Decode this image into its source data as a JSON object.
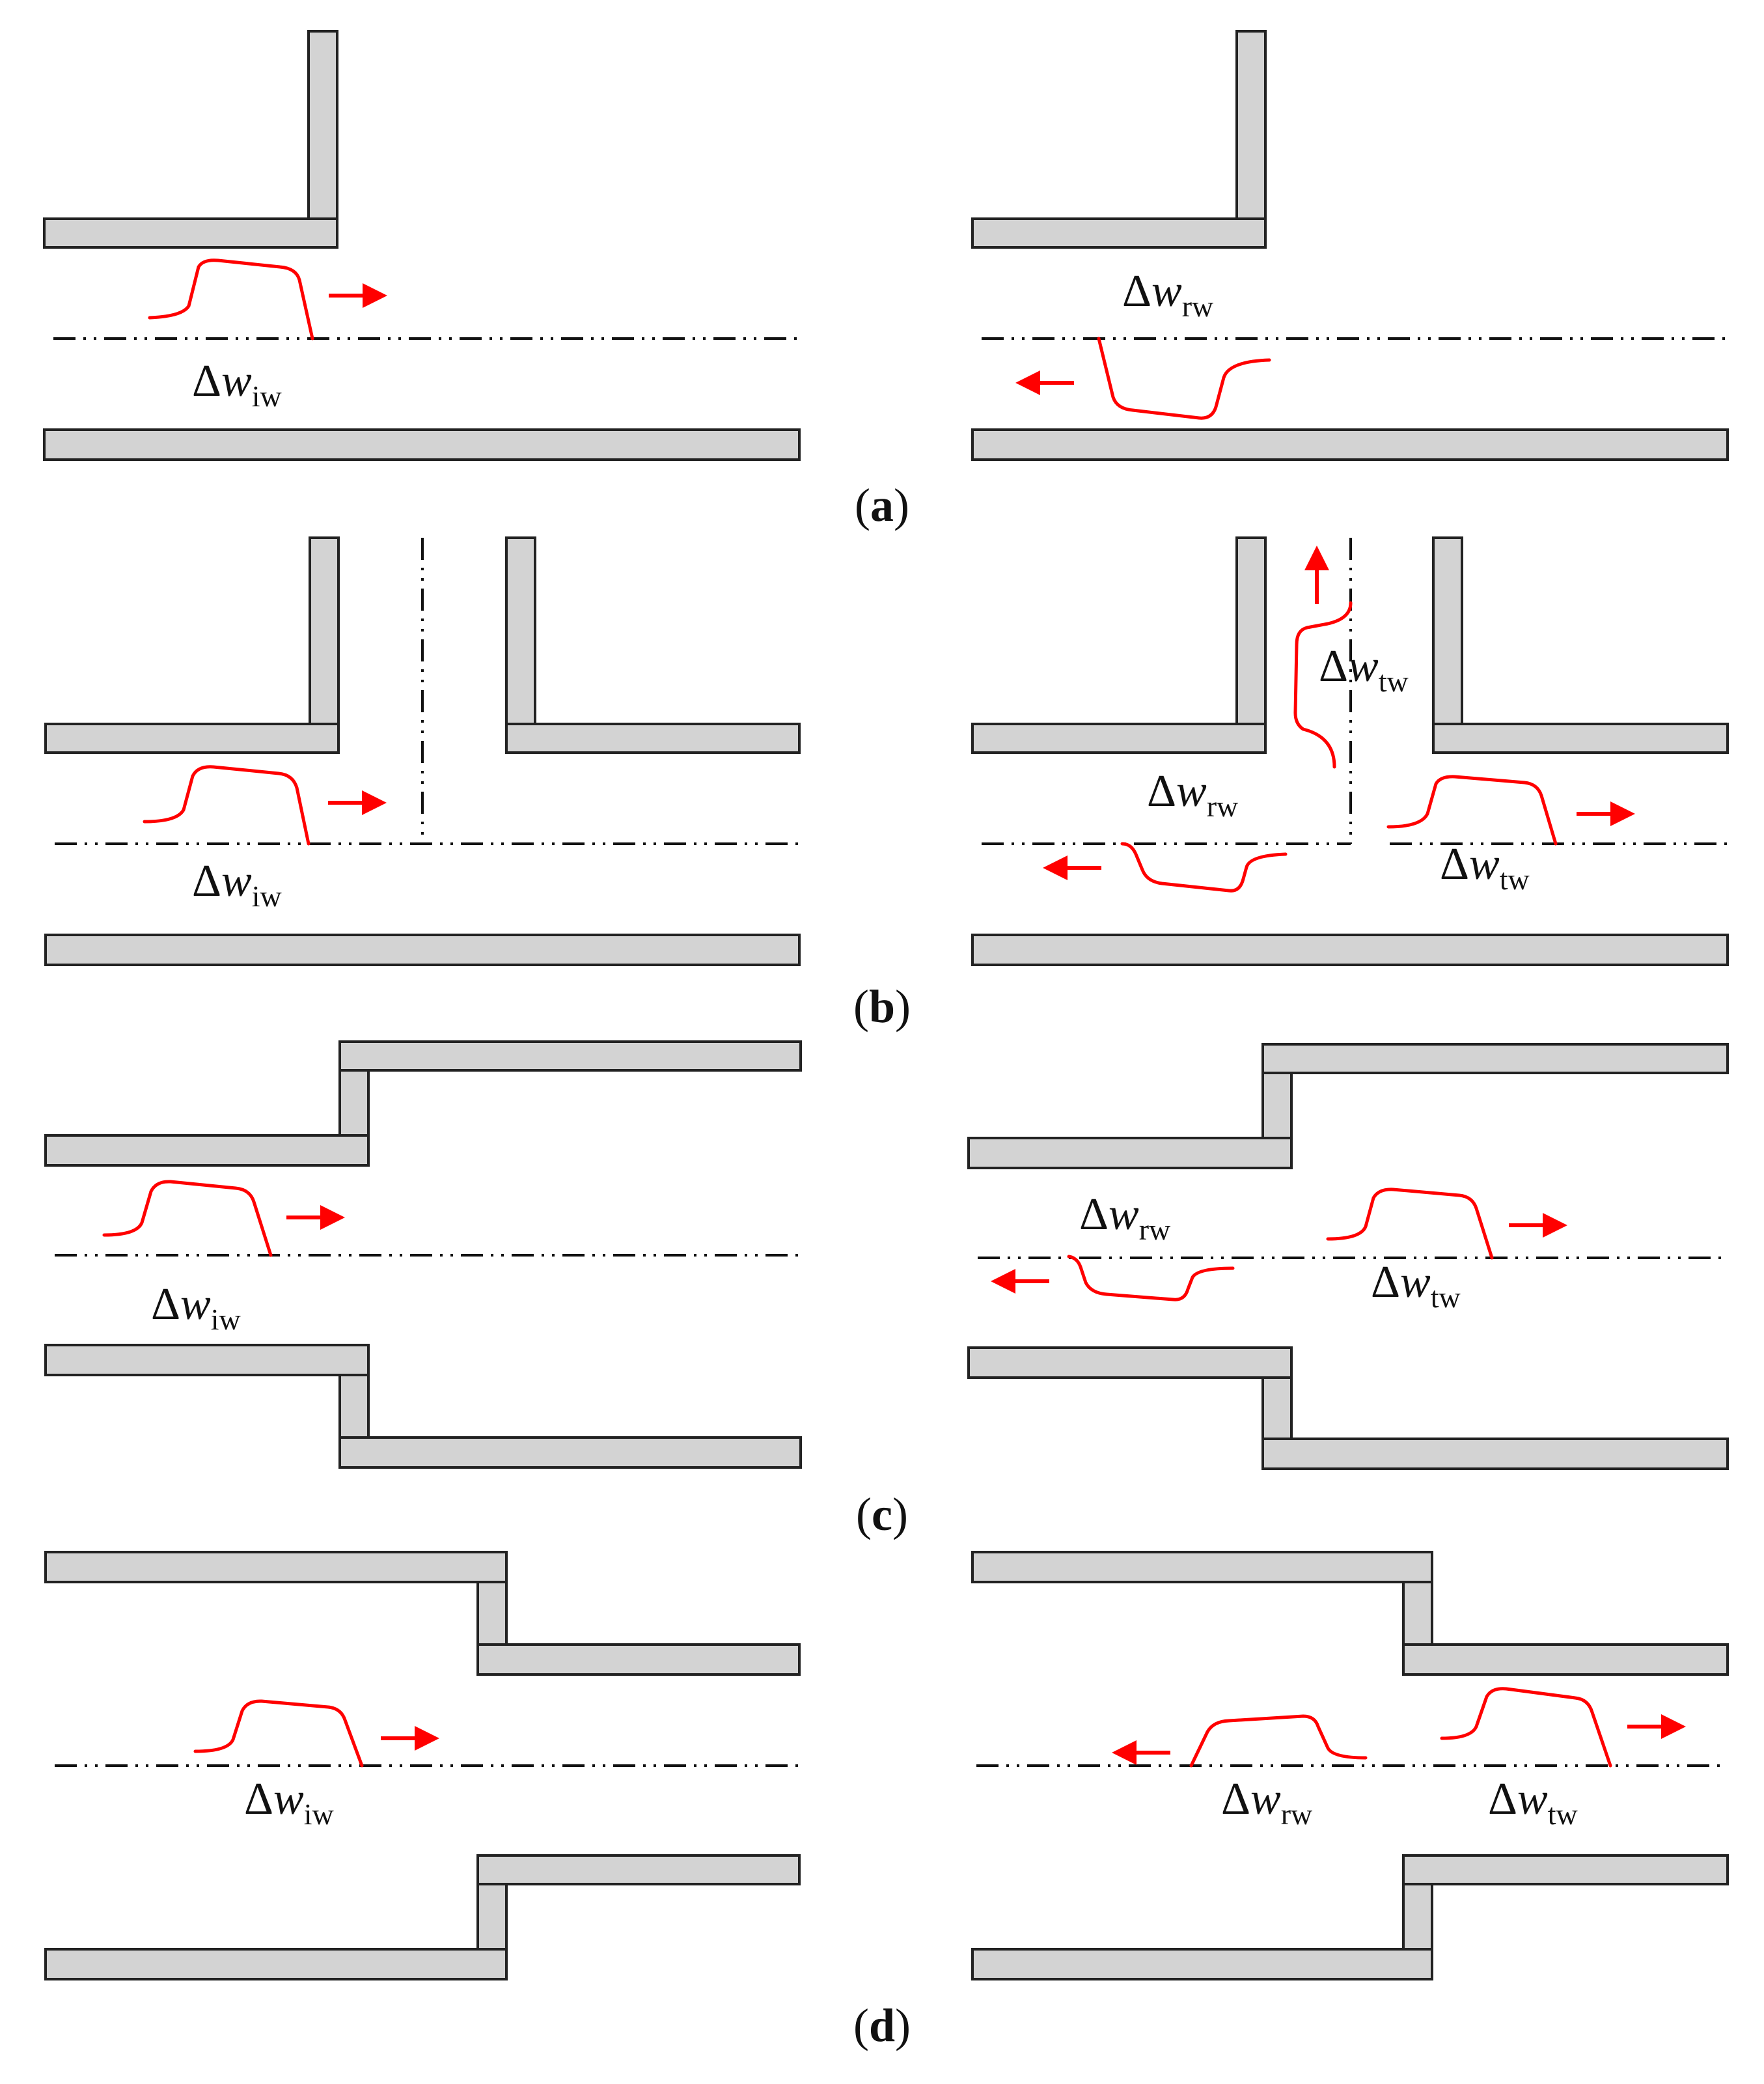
{
  "colors": {
    "wave": "#ff0000",
    "wall_fill": "#d3d3d3",
    "wall_stroke": "#222222"
  },
  "labels": {
    "delta": "Δ",
    "w": "w",
    "iw": "iw",
    "rw": "rw",
    "tw": "tw"
  },
  "captions": {
    "a": {
      "open": "(",
      "letter": "a",
      "close": ")"
    },
    "b": {
      "open": "(",
      "letter": "b",
      "close": ")"
    },
    "c": {
      "open": "(",
      "letter": "c",
      "close": ")"
    },
    "d": {
      "open": "(",
      "letter": "d",
      "close": ")"
    }
  }
}
